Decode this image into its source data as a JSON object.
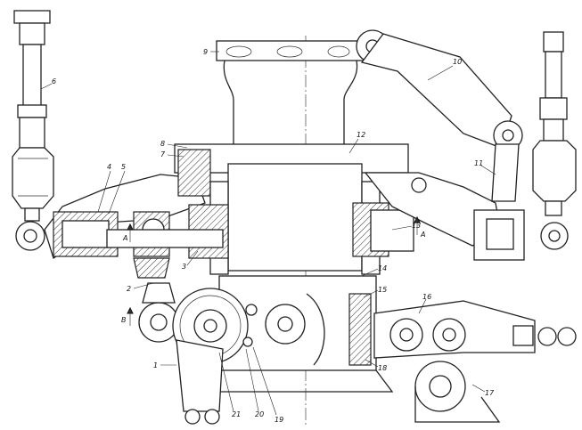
{
  "callouts": [
    {
      "id": "1",
      "text": "1"
    },
    {
      "id": "2",
      "text": "2"
    },
    {
      "id": "3",
      "text": "3"
    },
    {
      "id": "4",
      "text": "4"
    },
    {
      "id": "5",
      "text": "5"
    },
    {
      "id": "6",
      "text": "6"
    },
    {
      "id": "7",
      "text": "7"
    },
    {
      "id": "8",
      "text": "8"
    },
    {
      "id": "9",
      "text": "9"
    },
    {
      "id": "10",
      "text": "10"
    },
    {
      "id": "11",
      "text": "11"
    },
    {
      "id": "12",
      "text": "12"
    },
    {
      "id": "13",
      "text": "13"
    },
    {
      "id": "14",
      "text": "14"
    },
    {
      "id": "15",
      "text": "15"
    },
    {
      "id": "16",
      "text": "16"
    },
    {
      "id": "17",
      "text": "17"
    },
    {
      "id": "18",
      "text": "18"
    },
    {
      "id": "19",
      "text": "19"
    },
    {
      "id": "20",
      "text": "20"
    },
    {
      "id": "21",
      "text": "21"
    }
  ],
  "section_marks": [
    {
      "id": "A_left",
      "text": "A"
    },
    {
      "id": "A_right",
      "text": "A"
    },
    {
      "id": "B",
      "text": "B"
    }
  ],
  "colors": {
    "ink": "#222222",
    "paper": "#ffffff"
  }
}
